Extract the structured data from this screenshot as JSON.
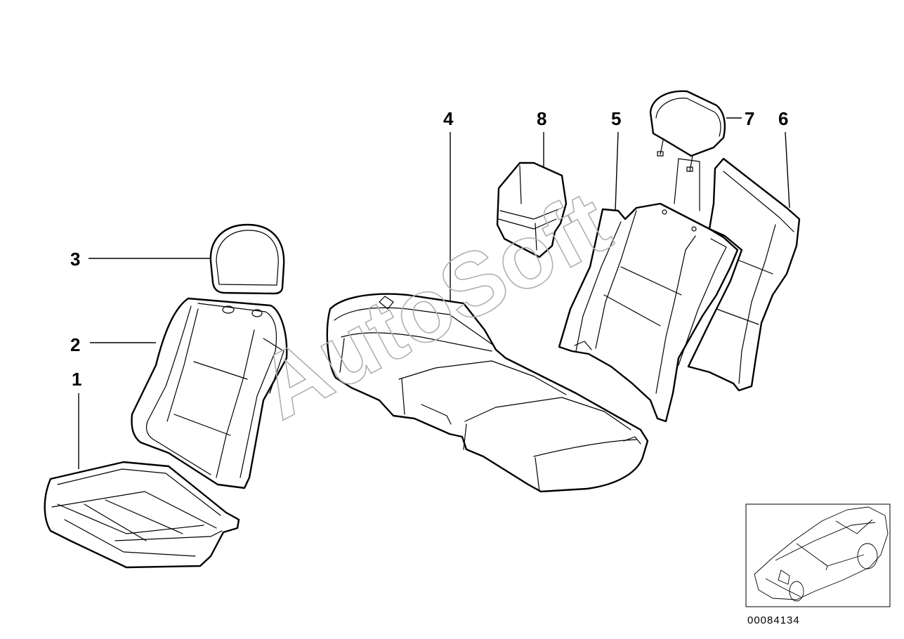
{
  "callouts": {
    "c1": "1",
    "c2": "2",
    "c3": "3",
    "c4": "4",
    "c5": "5",
    "c6": "6",
    "c7": "7",
    "c8": "8"
  },
  "watermark": "AutoSoft",
  "diagram_id": "00084134"
}
